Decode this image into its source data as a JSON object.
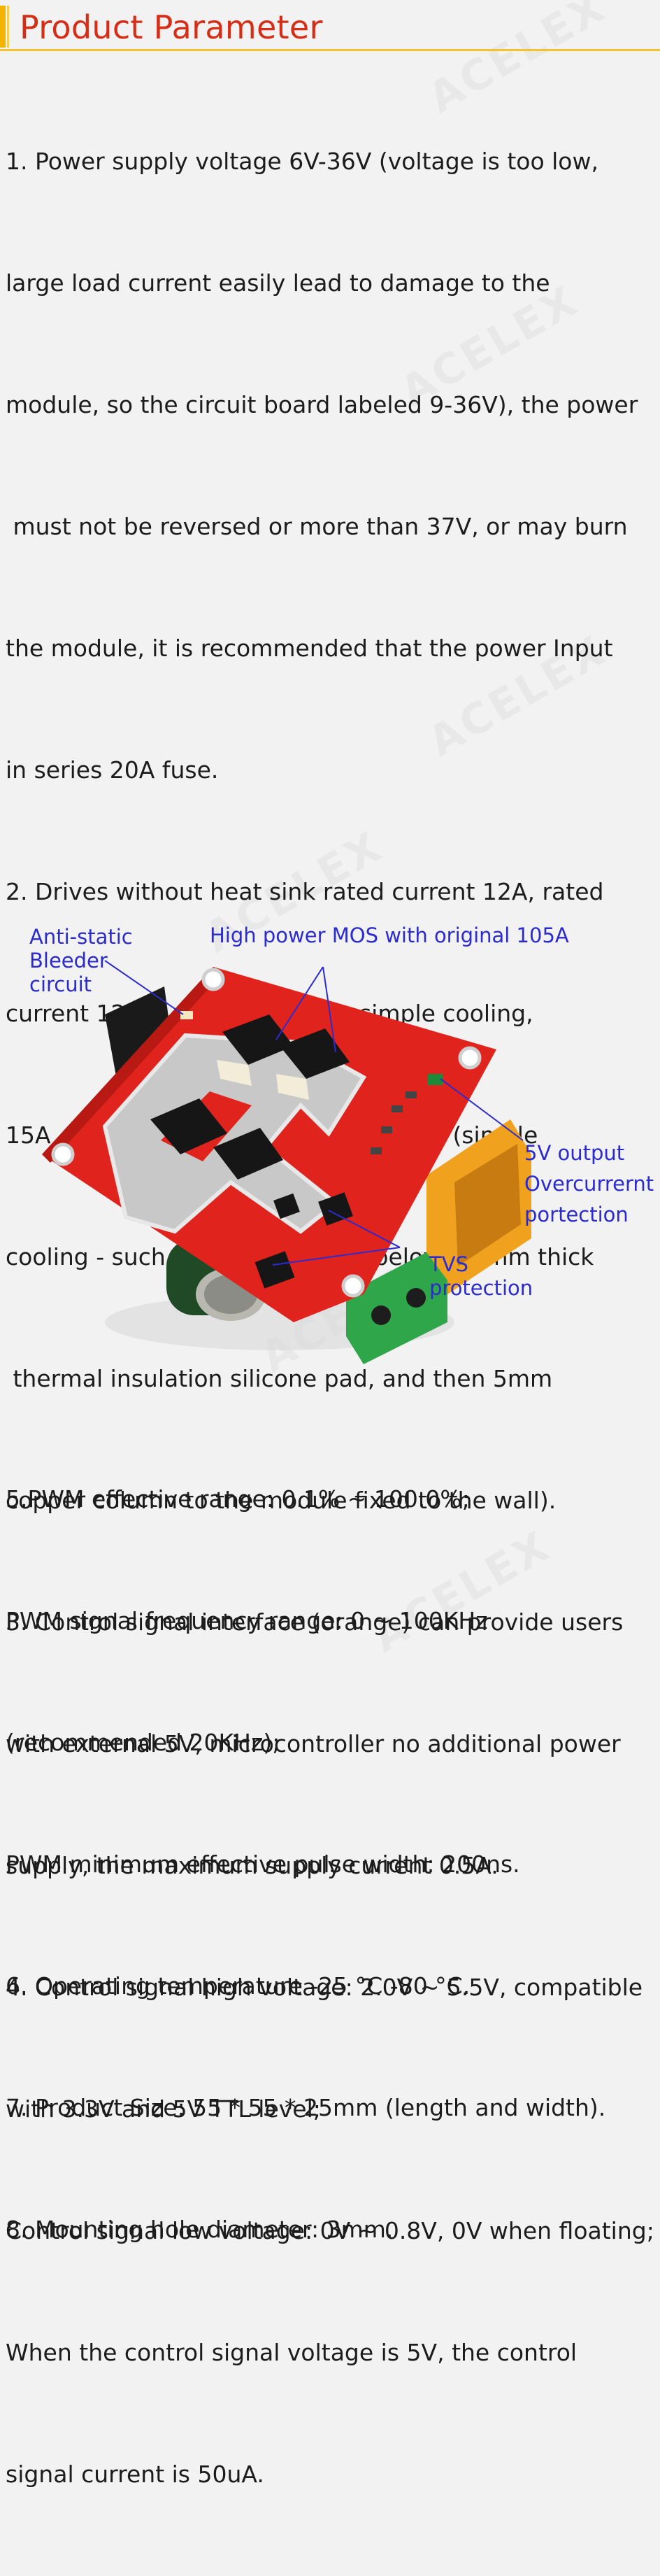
{
  "header": {
    "title": "Product Parameter"
  },
  "watermark": "ACELEX",
  "section1": {
    "lines": [
      "1. Power supply voltage 6V-36V (voltage is too low,",
      "large load current easily lead to damage to the",
      "module, so the circuit board labeled 9-36V), the power",
      " must not be reversed or more than 37V, or may burn",
      "the module, it is recommended that the power Input",
      "in series 20A fuse.",
      "2. Drives without heat sink rated current 12A, rated",
      "current 12A ~ 15A need to do simple cooling,",
      "15A ~ 20A need to do thick heat sink. (simple",
      "cooling - such as in the module below a 1mm thick",
      " thermal insulation silicone pad, and then 5mm",
      "copper column to the module fixed to the wall).",
      "3. Control signal interface (orange) can provide users",
      "with external 5V, microcontroller no additional power",
      "supply, the maximum supply current 0.5A.",
      "4. Control signal high voltage: 2.0V ~ 5.5V, compatible",
      "with 3.3V and 5V TTL level;",
      "Control signal low voltage: 0V ~ 0.8V, 0V when floating;",
      "When the control signal voltage is 5V, the control",
      "signal current is 50uA."
    ]
  },
  "figure": {
    "callouts": {
      "anti_static": "Anti-static\nBleeder\ncircuit",
      "mos": "High power MOS with original 105A",
      "output_5v": "5V output\nOvercurrernt\nportection",
      "tvs": "TVS\nprotection"
    },
    "colors": {
      "board": "#e0231c",
      "callout": "#2b2bd0",
      "connector_orange": "#f0a11e",
      "connector_green": "#2fa64a"
    }
  },
  "section2": {
    "lines": [
      "5.PWM effective range: 0.1% ~ 100.0%;",
      "PWM signal frequency range: 0 ~ 100KHz",
      "(recommended 20KHz);",
      "PWM minimum effective pulse width: 200ns.",
      "6. Operating temperature -25 °C -80 °C.",
      "7. Product Size: 55 * 55 * 25mm (length and width).",
      "8. Mounting hole diameter: 3mm."
    ]
  }
}
